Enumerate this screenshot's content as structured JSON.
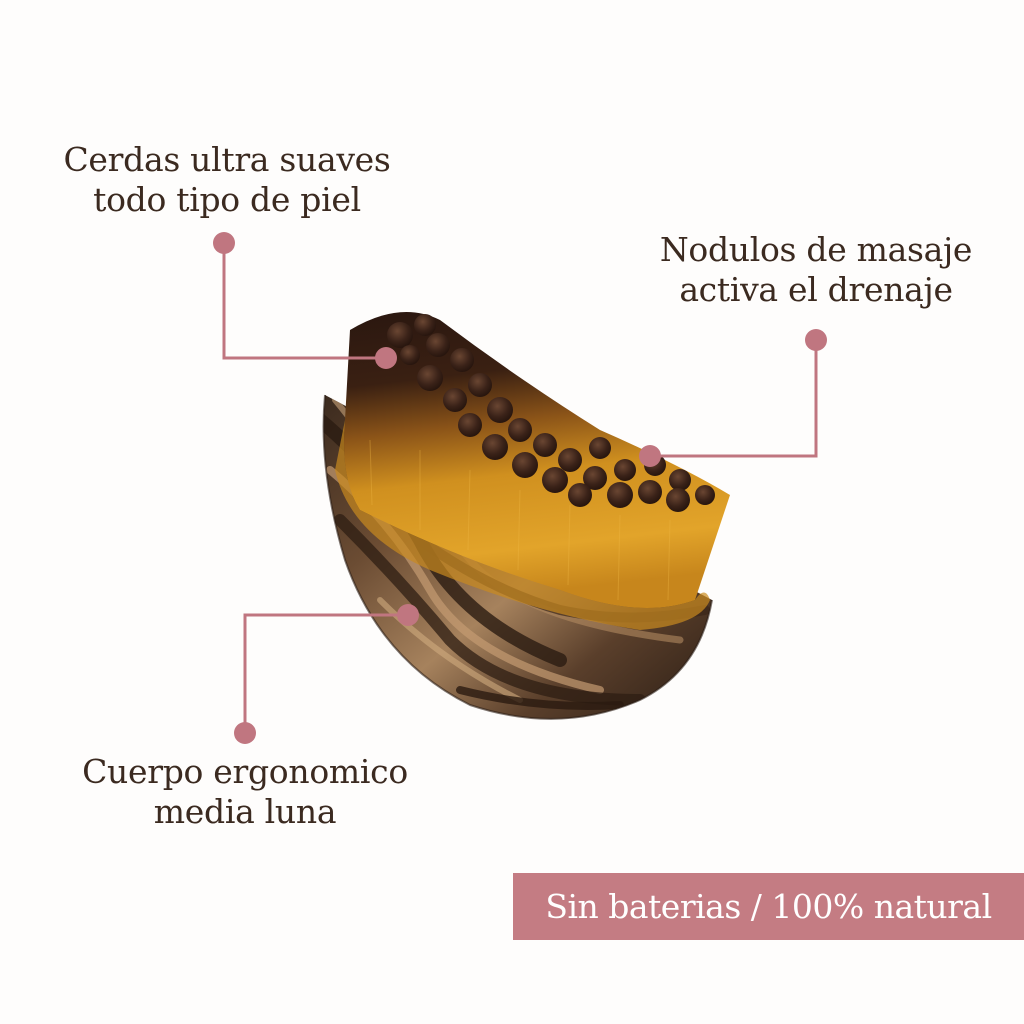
{
  "colors": {
    "accent": "#c07680",
    "badge_background": "#c47c83",
    "text": "#3b2a20",
    "background": "#fefdfc"
  },
  "callouts": {
    "bristles": {
      "line1": "Cerdas ultra suaves",
      "line2": "todo tipo de piel"
    },
    "nodules": {
      "line1": "Nodulos de masaje",
      "line2": "activa el drenaje"
    },
    "body": {
      "line1": "Cuerpo ergonomico",
      "line2": "media luna"
    }
  },
  "badge": {
    "text": "Sin baterias / 100% natural"
  },
  "product": {
    "name": "half-moon-facial-brush"
  }
}
